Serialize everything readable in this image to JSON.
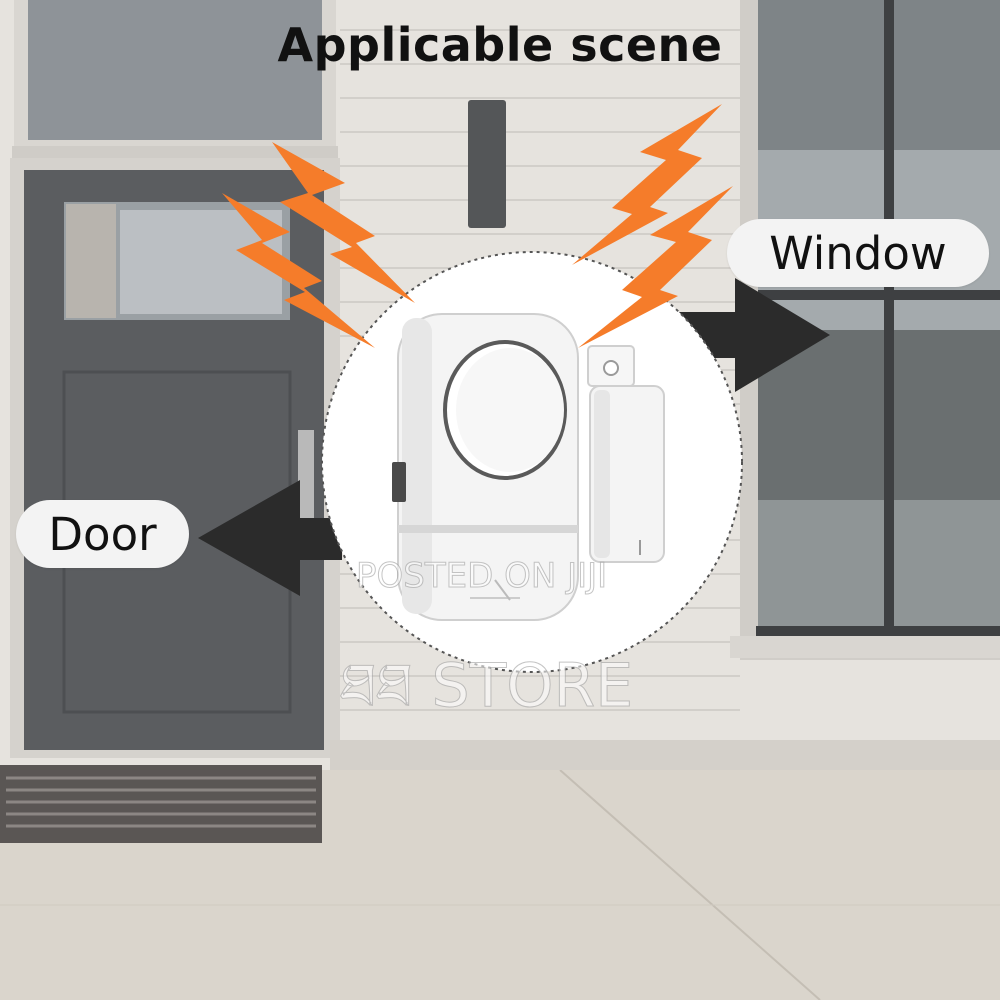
{
  "title": "Applicable scene",
  "labels": {
    "window": "Window",
    "door": "Door"
  },
  "watermark": {
    "line1": "POSTED ON JIJI",
    "line2": "ཐཐ STORE"
  },
  "colors": {
    "lightning": "#f57c2a",
    "arrow": "#2a2a2a",
    "door": "#595b5e",
    "wall": "#e4e1dc",
    "floor": "#d9d4cb"
  }
}
